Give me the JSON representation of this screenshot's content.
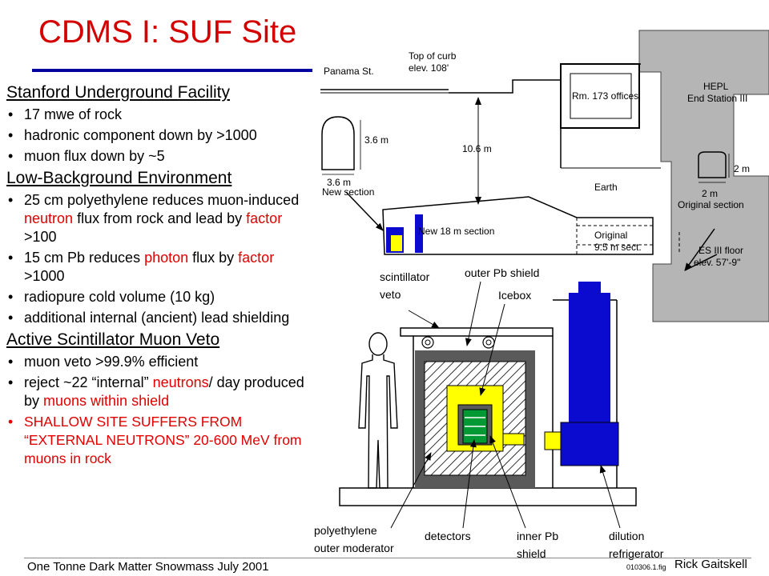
{
  "slide": {
    "title": "CDMS I: SUF Site",
    "sections": [
      {
        "heading": "Stanford Underground Facility",
        "bullets": [
          "17 mwe of rock",
          "hadronic component down by >1000",
          "muon flux down by ~5"
        ]
      },
      {
        "heading": "Low-Background Environment",
        "bullets": [
          {
            "parts": [
              {
                "text": "25 cm polyethylene reduces muon-induced "
              },
              {
                "text": "neutron",
                "red": true
              },
              {
                "text": " flux from rock and lead by "
              },
              {
                "text": "factor",
                "red": true
              },
              {
                "text": " >100"
              }
            ]
          },
          {
            "parts": [
              {
                "text": "15 cm Pb reduces "
              },
              {
                "text": "photon",
                "red": true
              },
              {
                "text": " flux by "
              },
              {
                "text": "factor",
                "red": true
              },
              {
                "text": " >1000"
              }
            ]
          },
          "radiopure cold volume (10 kg)",
          "additional internal (ancient) lead shielding"
        ]
      },
      {
        "heading": "Active Scintillator Muon Veto",
        "bullets": [
          "muon veto >99.9% efficient",
          {
            "parts": [
              {
                "text": "reject ~22 “internal” "
              },
              {
                "text": "neutrons",
                "red": true
              },
              {
                "text": "/ day produced by "
              },
              {
                "text": "muons within shield",
                "red": true
              }
            ]
          },
          {
            "red": true,
            "caps": true,
            "parts": [
              {
                "text": "SHALLOW SITE SUFFERS FROM “EXTERNAL NEUTRONS” 20-600 MeV from muons in rock"
              }
            ]
          }
        ]
      }
    ],
    "bullet_char": "•"
  },
  "footer": {
    "left": "One Tonne Dark Matter Snowmass July 2001",
    "code": "010306.1.fig",
    "right": "Rick Gaitskell"
  },
  "site_map": {
    "panama": "Panama St.",
    "curb_1": "Top of curb",
    "curb_2": "elev. 108'",
    "rm173": "Rm. 173 offices",
    "hepl_1": "HEPL",
    "hepl_2": "End Station III",
    "h36": "3.6 m",
    "w36": "3.6 m",
    "new_section": "New section",
    "depth": "10.6 m",
    "earth": "Earth",
    "w2": "2 m",
    "h2": "2 m",
    "orig_section": "Original section",
    "new18": "New 18 m section",
    "orig95_1": "Original",
    "orig95_2": "9.5 m sect.",
    "es3_1": "ES III floor",
    "es3_2": "elev. 57'-9\""
  },
  "apparatus": {
    "scint_1": "scintillator",
    "scint_2": "veto",
    "outer_pb": "outer Pb shield",
    "icebox": "Icebox",
    "poly_1": "polyethylene",
    "poly_2": "outer moderator",
    "detectors": "detectors",
    "inner_1": "inner Pb",
    "inner_2": "shield",
    "dil_1": "dilution",
    "dil_2": "refrigerator"
  },
  "colors": {
    "title": "#d40000",
    "title_rule": "#0000a0",
    "highlight": "#e00000",
    "yellow": "#ffff00",
    "green": "#009933",
    "blue": "#0b0bd0",
    "gray": "#5a5a5a",
    "wall": "#b5b5b5"
  }
}
